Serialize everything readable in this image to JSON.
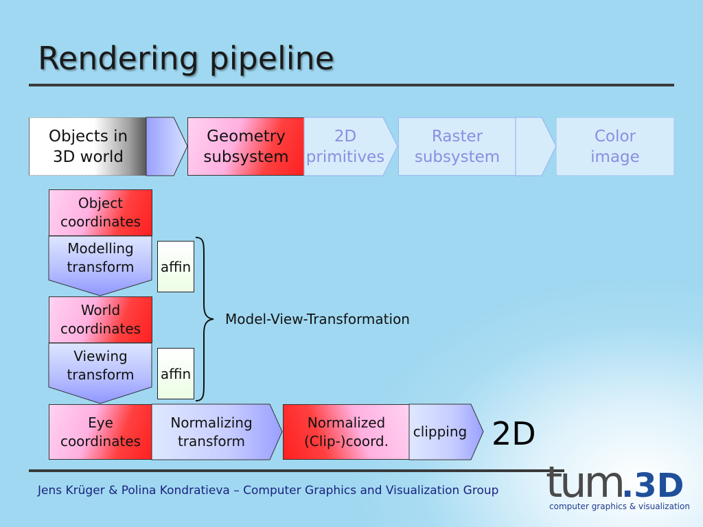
{
  "slide": {
    "title": "Rendering pipeline",
    "footer": "Jens Krüger & Polina Kondratieva – Computer Graphics and Visualization Group",
    "logo_text": "tum.3D",
    "logo_subtitle": "computer graphics & visualization"
  },
  "top_row": {
    "objects": [
      "Objects in",
      "3D world"
    ],
    "geometry": [
      "Geometry",
      "subsystem"
    ],
    "primitives": [
      "2D",
      "primitives"
    ],
    "raster": [
      "Raster",
      "subsystem"
    ],
    "color": [
      "Color",
      "image"
    ]
  },
  "column": {
    "object_coords": [
      "Object",
      "coordinates"
    ],
    "modelling": [
      "Modelling",
      "transform"
    ],
    "world_coords": [
      "World",
      "coordinates"
    ],
    "viewing": [
      "Viewing",
      "transform"
    ],
    "affin_1": "affin",
    "affin_2": "affin",
    "brace_label": "Model-View-Transformation"
  },
  "bottom_row": {
    "eye_coords": [
      "Eye",
      "coordinates"
    ],
    "normalizing": [
      "Normalizing",
      "transform"
    ],
    "normalized": [
      "Normalized",
      "(Clip-)coord."
    ],
    "clipping": "clipping",
    "result": "2D"
  },
  "colors": {
    "background": "#a0d8f1",
    "accent_red": "#ff2020",
    "accent_pink": "#ffb0e0",
    "accent_blue": "#8f96ff",
    "footer_text": "#1a237e"
  }
}
